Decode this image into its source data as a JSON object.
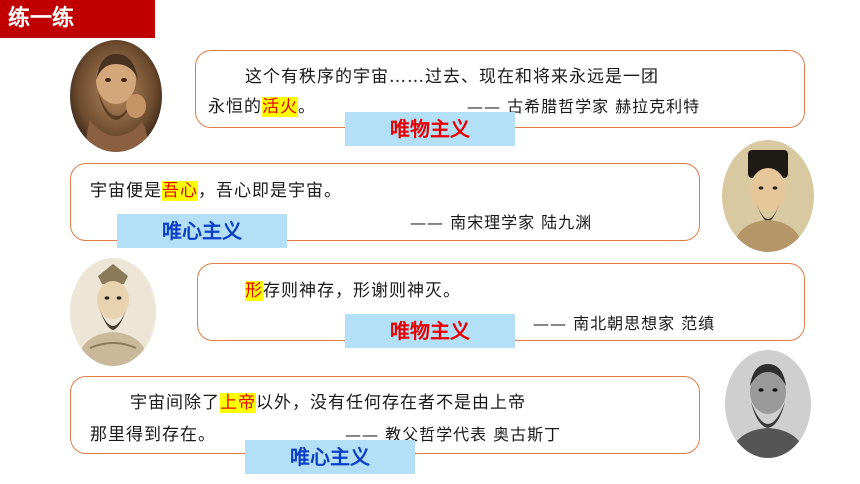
{
  "title": "练一练",
  "items": [
    {
      "quote_line1": "这个有秩序的宇宙……过去、现在和将来永远是一团",
      "quote_pre": "永恒的",
      "quote_hl": "活火",
      "quote_post": "。",
      "attribution": "—— 古希腊哲学家 赫拉克利特",
      "label": "唯物主义"
    },
    {
      "quote_pre": "宇宙便是",
      "quote_hl": "吾心",
      "quote_post": "，吾心即是宇宙。",
      "attribution": "—— 南宋理学家 陆九渊",
      "label": "唯心主义"
    },
    {
      "quote_hl": "形",
      "quote_post": "存则神存，形谢则神灭。",
      "attribution": "—— 南北朝思想家 范缜",
      "label": "唯物主义"
    },
    {
      "quote_pre": "宇宙间除了",
      "quote_hl": "上帝",
      "quote_post": "以外，没有任何存在者不是由上帝",
      "quote_line2": "那里得到存在。",
      "attribution": "—— 教父哲学代表 奥古斯丁",
      "label": "唯心主义"
    }
  ],
  "colors": {
    "header_red": "#c00000",
    "bubble_border": "#e07b47",
    "highlight": "#ffff00",
    "highlight_text": "#e60000",
    "label_bg": "#b3e0f7",
    "label_materialism": "#e60000",
    "label_idealism": "#0b3fc7"
  }
}
